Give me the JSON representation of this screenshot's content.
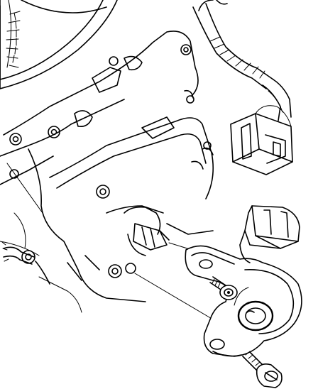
{
  "figure": {
    "style": "monochrome-line-art",
    "colors": {
      "ink": "#000000",
      "paper": "#ffffff"
    },
    "parts": [
      "flywheel-ring-gear",
      "transmission-case",
      "wiring-harness",
      "harness-connector",
      "shift-shaft",
      "range-sensor",
      "sensor-connector",
      "sensor-mounting-bolt",
      "lower-mounting-bolt",
      "harness-clip"
    ]
  }
}
